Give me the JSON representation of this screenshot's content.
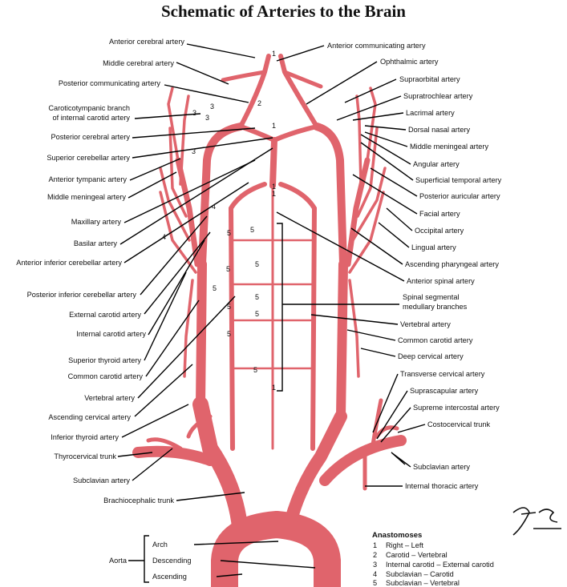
{
  "title": "Schematic of Arteries to the Brain",
  "colors": {
    "artery": "#e0646c",
    "artery_dark": "#c9434e",
    "leader": "#000000"
  },
  "left_labels": [
    "Anterior cerebral artery",
    "Middle cerebral artery",
    "Posterior communicating artery",
    "Caroticotympanic branch",
    "of internal carotid artery",
    "Posterior cerebral artery",
    "Superior cerebellar artery",
    "Anterior tympanic artery",
    "Middle meningeal artery",
    "Maxillary artery",
    "Basilar artery",
    "Anterior inferior cerebellar artery",
    "Posterior inferior cerebellar artery",
    "External carotid artery",
    "Internal carotid artery",
    "Superior thyroid artery",
    "Common carotid artery",
    "Vertebral artery",
    "Ascending cervical artery",
    "Inferior thyroid artery",
    "Thyrocervical trunk",
    "Subclavian artery",
    "Brachiocephalic trunk"
  ],
  "right_labels": [
    "Anterior communicating artery",
    "Ophthalmic artery",
    "Supraorbital artery",
    "Supratrochlear artery",
    "Lacrimal artery",
    "Dorsal nasal artery",
    "Middle meningeal artery",
    "Angular artery",
    "Superficial temporal artery",
    "Posterior auricular artery",
    "Facial artery",
    "Occipital artery",
    "Lingual artery",
    "Ascending pharyngeal artery",
    "Anterior spinal artery",
    "Spinal segmental",
    "medullary branches",
    "Vertebral artery",
    "Common carotid artery",
    "Deep cervical artery",
    "Transverse cervical artery",
    "Suprascapular artery",
    "Supreme intercostal artery",
    "Costocervical trunk",
    "Subclavian artery",
    "Internal thoracic artery"
  ],
  "aorta": {
    "label": "Aorta",
    "parts": [
      "Arch",
      "Descending",
      "Ascending"
    ]
  },
  "anastomoses": {
    "heading": "Anastomoses",
    "items": [
      {
        "num": "1",
        "text": "Right – Left"
      },
      {
        "num": "2",
        "text": "Carotid – Vertebral"
      },
      {
        "num": "3",
        "text": "Internal carotid – External carotid"
      },
      {
        "num": "4",
        "text": "Subclavian – Carotid"
      },
      {
        "num": "5",
        "text": "Subclavian – Vertebral"
      }
    ]
  },
  "number_markers": [
    "1",
    "2",
    "3",
    "4",
    "5"
  ]
}
